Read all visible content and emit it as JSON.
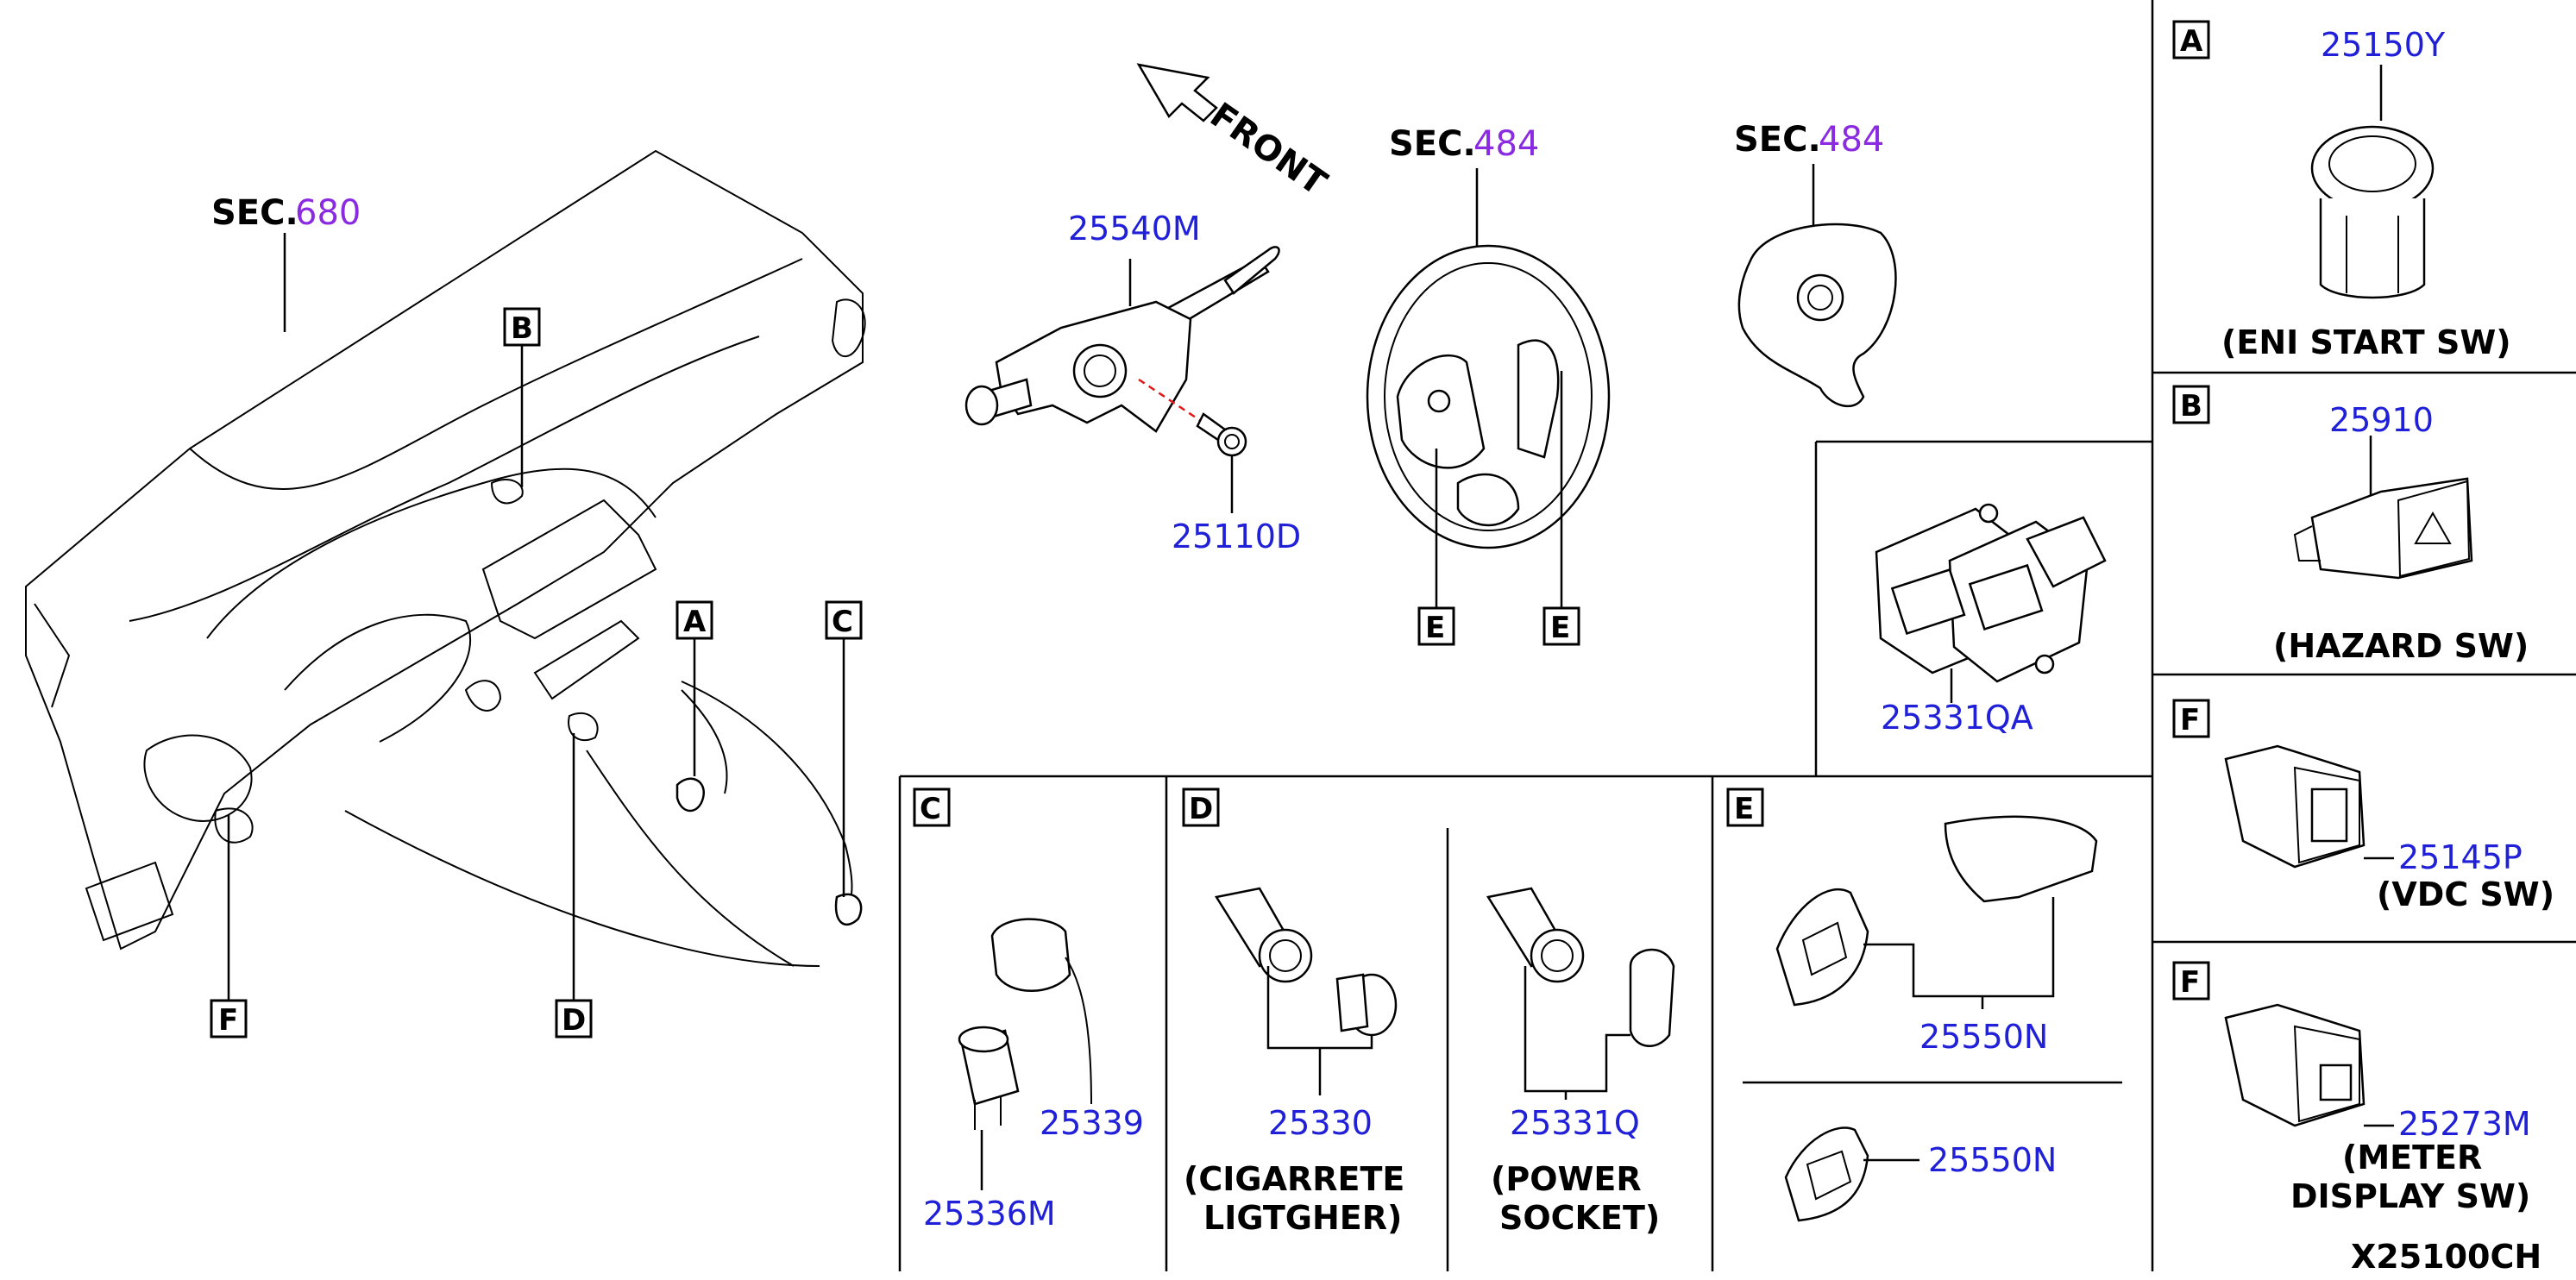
{
  "labels": {
    "sec_prefix": "SEC.",
    "sec_dash": "680",
    "sec_wheel": "484",
    "sec_airbag": "484",
    "front": "FRONT",
    "diagram_id": "X25100CH"
  },
  "parts": {
    "p25540M": "25540M",
    "p25110D": "25110D",
    "p25150Y": "25150Y",
    "p25910": "25910",
    "p25331QA": "25331QA",
    "p25145P": "25145P",
    "p25273M": "25273M",
    "p25339": "25339",
    "p25336M": "25336M",
    "p25330": "25330",
    "p25331Q": "25331Q",
    "p25550N_a": "25550N",
    "p25550N_b": "25550N"
  },
  "captions": {
    "eni": "(ENI START SW)",
    "hazard": "(HAZARD SW)",
    "vdc": "(VDC SW)",
    "meter_1": "(METER",
    "meter_2": "DISPLAY SW)",
    "cig_1": "(CIGARRETE",
    "cig_2": "LIGTGHER)",
    "pow_1": "(POWER",
    "pow_2": "SOCKET)"
  },
  "letters": {
    "A": "A",
    "B": "B",
    "C": "C",
    "D": "D",
    "E": "E",
    "F": "F"
  },
  "colors": {
    "part_number": "#2020d8",
    "section_number": "#8a2be2",
    "leader": "#000000"
  }
}
